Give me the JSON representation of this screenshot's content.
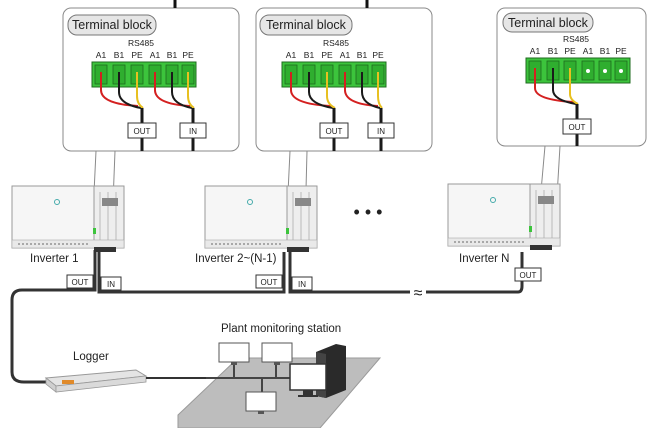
{
  "terminal_blocks": [
    {
      "title": "Terminal block",
      "bus_label": "RS485",
      "pins": [
        "A1",
        "B1",
        "PE",
        "A1",
        "B1",
        "PE"
      ],
      "ports": [
        "OUT",
        "IN"
      ]
    },
    {
      "title": "Terminal block",
      "bus_label": "RS485",
      "pins": [
        "A1",
        "B1",
        "PE",
        "A1",
        "B1",
        "PE"
      ],
      "ports": [
        "OUT",
        "IN"
      ]
    },
    {
      "title": "Terminal block",
      "bus_label": "RS485",
      "pins": [
        "A1",
        "B1",
        "PE",
        "A1",
        "B1",
        "PE"
      ],
      "ports": [
        "OUT"
      ]
    }
  ],
  "inverters": [
    {
      "label": "Inverter 1",
      "ports": [
        "OUT",
        "IN"
      ]
    },
    {
      "label": "Inverter 2~(N-1)",
      "ports": [
        "OUT",
        "IN"
      ]
    },
    {
      "label": "Inverter N",
      "ports": [
        "OUT"
      ]
    }
  ],
  "ellipsis": "• • •",
  "break_mark": "≈",
  "logger_label": "Logger",
  "station_label": "Plant monitoring station",
  "colors": {
    "wire_a": "#d42020",
    "wire_b": "#1a1a1a",
    "wire_pe": "#e8c020",
    "terminal_green": "#3cc43c",
    "terminal_dark": "#1f6b1f",
    "callout_border": "#8a8a8a",
    "title_fill": "#e6e6e6"
  }
}
